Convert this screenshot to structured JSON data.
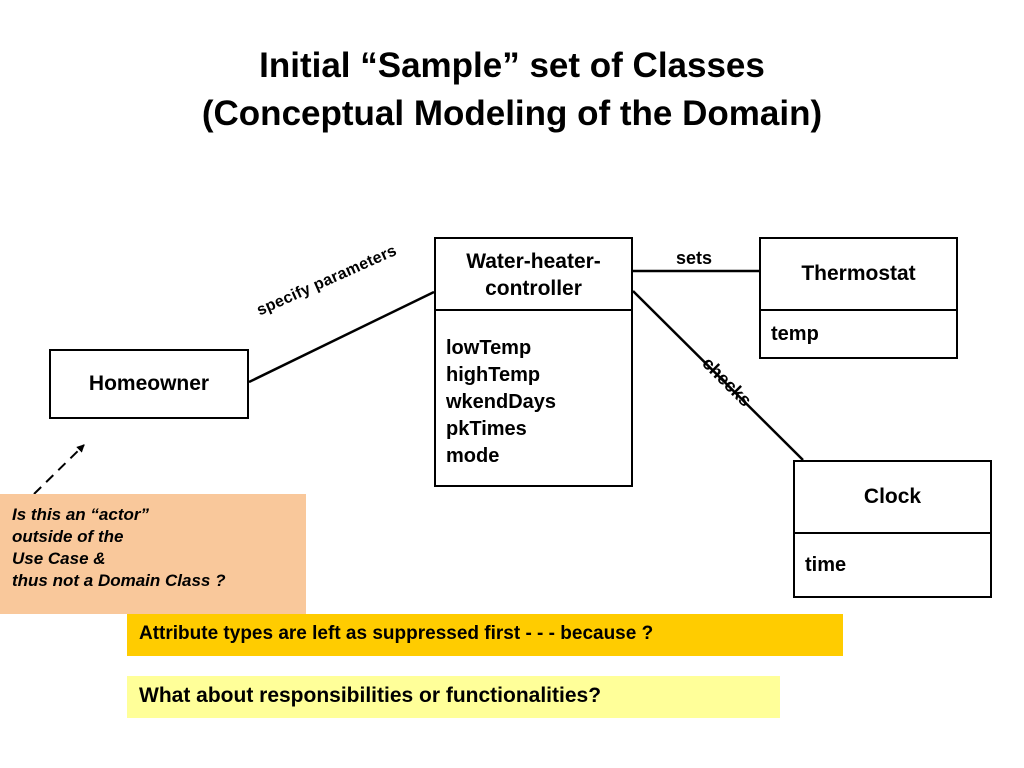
{
  "title": {
    "line1": "Initial “Sample” set of Classes",
    "line2": "(Conceptual Modeling of the Domain)"
  },
  "classes": {
    "homeowner": {
      "name": "Homeowner"
    },
    "water_heater_controller": {
      "name_line1": "Water-heater-",
      "name_line2": "controller",
      "attributes": [
        "lowTemp",
        "highTemp",
        "wkendDays",
        "pkTimes",
        "mode"
      ]
    },
    "thermostat": {
      "name": "Thermostat",
      "attributes": [
        "temp"
      ]
    },
    "clock": {
      "name": "Clock",
      "attributes": [
        "time"
      ]
    }
  },
  "associations": {
    "specify": "specify parameters",
    "sets": "sets",
    "checks": "checks"
  },
  "notes": {
    "actor": [
      "Is this an “actor”",
      "outside of the",
      "Use Case &",
      "thus not a Domain Class ?"
    ],
    "attribute_types": "Attribute types are left as suppressed first - - - because ?",
    "responsibilities": "What about responsibilities or functionalities?"
  },
  "colors": {
    "actor_note_bg": "#f9c89b",
    "types_note_bg": "#ffcc00",
    "resp_note_bg": "#ffff99",
    "lines": "#000000"
  }
}
